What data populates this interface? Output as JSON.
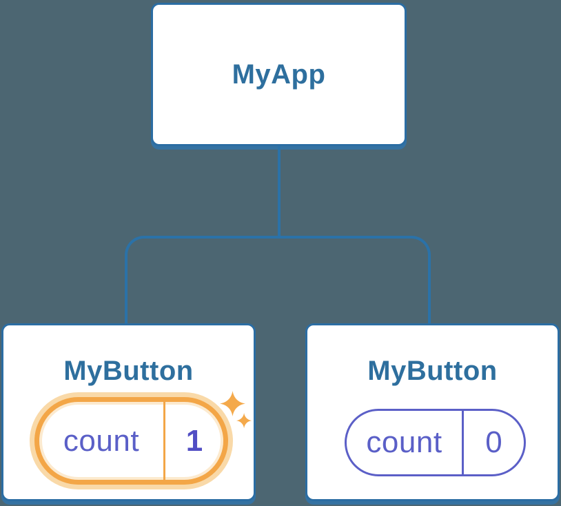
{
  "diagram": {
    "type": "component-tree",
    "background_color": "#4C6672",
    "colors": {
      "connector_line": "#2B72A8",
      "card_border": "#2B6DA3",
      "card_shadow": "#3572A2",
      "card_background": "#FFFFFF",
      "title_text": "#2E6F9E",
      "state_text": "#5A5FC7",
      "state_value_bold": "#514EC4",
      "highlight_border": "#F3A647",
      "highlight_glow": "#F9D9A8",
      "sparkle": "#F4A94B"
    },
    "root": {
      "title": "MyApp"
    },
    "children": [
      {
        "title": "MyButton",
        "state_label": "count",
        "state_value": "1",
        "highlighted": true
      },
      {
        "title": "MyButton",
        "state_label": "count",
        "state_value": "0",
        "highlighted": false
      }
    ]
  }
}
